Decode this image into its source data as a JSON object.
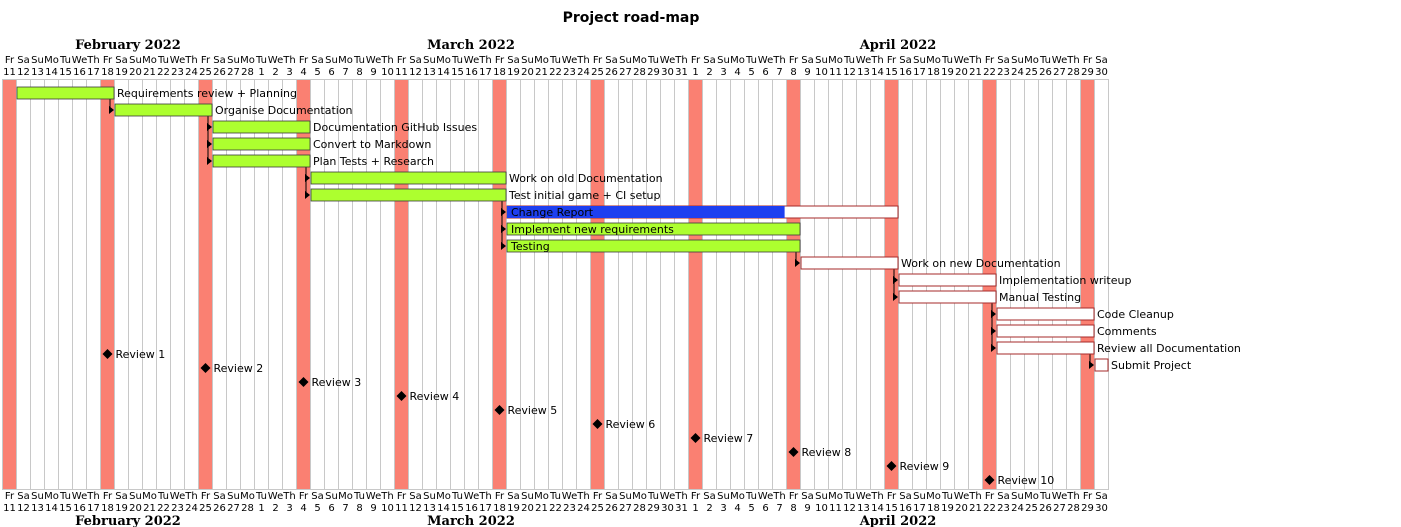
{
  "chart_data": {
    "type": "gantt",
    "title": "Project road-map",
    "date_range": [
      "2022-02-11",
      "2022-04-30"
    ],
    "months": [
      {
        "name": "February 2022",
        "start": "2022-02-11",
        "end": "2022-02-28"
      },
      {
        "name": "March 2022",
        "start": "2022-03-01",
        "end": "2022-03-31"
      },
      {
        "name": "April 2022",
        "start": "2022-04-01",
        "end": "2022-04-30"
      }
    ],
    "weekday_abbrev": [
      "Su",
      "Mo",
      "Tu",
      "We",
      "Th",
      "Fr",
      "Sa"
    ],
    "highlighted_weekday": "Fr",
    "colors": {
      "highlight": "#fa8072",
      "done": "#adff2f",
      "in_progress": "#1e3ff0",
      "remaining_border": "#a52a2a",
      "milestone": "#000000",
      "grid": "#c8c8c8"
    },
    "tasks": [
      {
        "name": "Requirements review + Planning",
        "start": "2022-02-12",
        "end": "2022-02-18",
        "completion": 100
      },
      {
        "name": "Organise Documentation",
        "start": "2022-02-19",
        "end": "2022-02-25",
        "completion": 100
      },
      {
        "name": "Documentation GitHub Issues",
        "start": "2022-02-26",
        "end": "2022-03-04",
        "completion": 100
      },
      {
        "name": "Convert to Markdown",
        "start": "2022-02-26",
        "end": "2022-03-04",
        "completion": 100
      },
      {
        "name": "Plan Tests + Research",
        "start": "2022-02-26",
        "end": "2022-03-04",
        "completion": 100
      },
      {
        "name": "Work on old Documentation",
        "start": "2022-03-05",
        "end": "2022-03-18",
        "completion": 100
      },
      {
        "name": "Test initial game + CI setup",
        "start": "2022-03-05",
        "end": "2022-03-18",
        "completion": 100
      },
      {
        "name": "Change Report",
        "start": "2022-03-19",
        "end": "2022-04-15",
        "completion": 71
      },
      {
        "name": "Implement new requirements",
        "start": "2022-03-19",
        "end": "2022-04-08",
        "completion": 100
      },
      {
        "name": "Testing",
        "start": "2022-03-19",
        "end": "2022-04-08",
        "completion": 100
      },
      {
        "name": "Work on new Documentation",
        "start": "2022-04-09",
        "end": "2022-04-15",
        "completion": 0
      },
      {
        "name": "Implementation writeup",
        "start": "2022-04-16",
        "end": "2022-04-22",
        "completion": 0
      },
      {
        "name": "Manual Testing",
        "start": "2022-04-16",
        "end": "2022-04-22",
        "completion": 0
      },
      {
        "name": "Code Cleanup",
        "start": "2022-04-23",
        "end": "2022-04-29",
        "completion": 0
      },
      {
        "name": "Comments",
        "start": "2022-04-23",
        "end": "2022-04-29",
        "completion": 0
      },
      {
        "name": "Review all Documentation",
        "start": "2022-04-23",
        "end": "2022-04-29",
        "completion": 0
      },
      {
        "name": "Submit Project",
        "start": "2022-04-30",
        "end": "2022-04-30",
        "completion": 0
      }
    ],
    "milestones": [
      {
        "name": "Review 1",
        "date": "2022-02-18"
      },
      {
        "name": "Review 2",
        "date": "2022-02-25"
      },
      {
        "name": "Review 3",
        "date": "2022-03-04"
      },
      {
        "name": "Review 4",
        "date": "2022-03-11"
      },
      {
        "name": "Review 5",
        "date": "2022-03-18"
      },
      {
        "name": "Review 6",
        "date": "2022-03-25"
      },
      {
        "name": "Review 7",
        "date": "2022-04-01"
      },
      {
        "name": "Review 8",
        "date": "2022-04-08"
      },
      {
        "name": "Review 9",
        "date": "2022-04-15"
      },
      {
        "name": "Review 10",
        "date": "2022-04-22"
      }
    ],
    "dependencies": [
      [
        "Requirements review + Planning",
        "Organise Documentation"
      ],
      [
        "Organise Documentation",
        "Documentation GitHub Issues"
      ],
      [
        "Organise Documentation",
        "Convert to Markdown"
      ],
      [
        "Organise Documentation",
        "Plan Tests + Research"
      ],
      [
        "Plan Tests + Research",
        "Work on old Documentation"
      ],
      [
        "Plan Tests + Research",
        "Test initial game + CI setup"
      ],
      [
        "Test initial game + CI setup",
        "Change Report"
      ],
      [
        "Test initial game + CI setup",
        "Implement new requirements"
      ],
      [
        "Test initial game + CI setup",
        "Testing"
      ],
      [
        "Testing",
        "Work on new Documentation"
      ],
      [
        "Work on new Documentation",
        "Implementation writeup"
      ],
      [
        "Work on new Documentation",
        "Manual Testing"
      ],
      [
        "Manual Testing",
        "Code Cleanup"
      ],
      [
        "Manual Testing",
        "Comments"
      ],
      [
        "Manual Testing",
        "Review all Documentation"
      ],
      [
        "Review all Documentation",
        "Submit Project"
      ]
    ]
  }
}
